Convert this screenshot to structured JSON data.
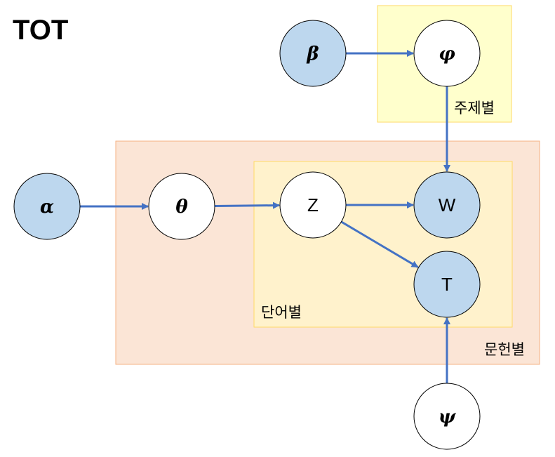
{
  "title": "TOT",
  "colors": {
    "observed_node": "#bdd7ee",
    "latent_node": "#ffffff",
    "node_stroke": "#000000",
    "arrow": "#4472c4",
    "plate_document_fill": "#fbe5d6",
    "plate_document_stroke": "#f4b183",
    "plate_word_fill": "#fff2cc",
    "plate_word_stroke": "#ffd966",
    "plate_topic_fill": "#ffffcc",
    "plate_topic_stroke": "#ffd966"
  },
  "plates": {
    "topic": {
      "label": "주제별"
    },
    "document": {
      "label": "문헌별"
    },
    "word": {
      "label": "단어별"
    }
  },
  "nodes": {
    "beta": {
      "label": "β",
      "kind": "observed"
    },
    "phi": {
      "label": "φ",
      "kind": "latent"
    },
    "alpha": {
      "label": "α",
      "kind": "observed"
    },
    "theta": {
      "label": "θ",
      "kind": "latent"
    },
    "z": {
      "label": "Z",
      "kind": "latent"
    },
    "w": {
      "label": "W",
      "kind": "observed"
    },
    "t": {
      "label": "T",
      "kind": "observed"
    },
    "psi": {
      "label": "ψ",
      "kind": "latent"
    }
  },
  "edges": [
    {
      "from": "beta",
      "to": "phi"
    },
    {
      "from": "phi",
      "to": "w"
    },
    {
      "from": "alpha",
      "to": "theta"
    },
    {
      "from": "theta",
      "to": "z"
    },
    {
      "from": "z",
      "to": "w"
    },
    {
      "from": "z",
      "to": "t"
    },
    {
      "from": "psi",
      "to": "t"
    }
  ]
}
